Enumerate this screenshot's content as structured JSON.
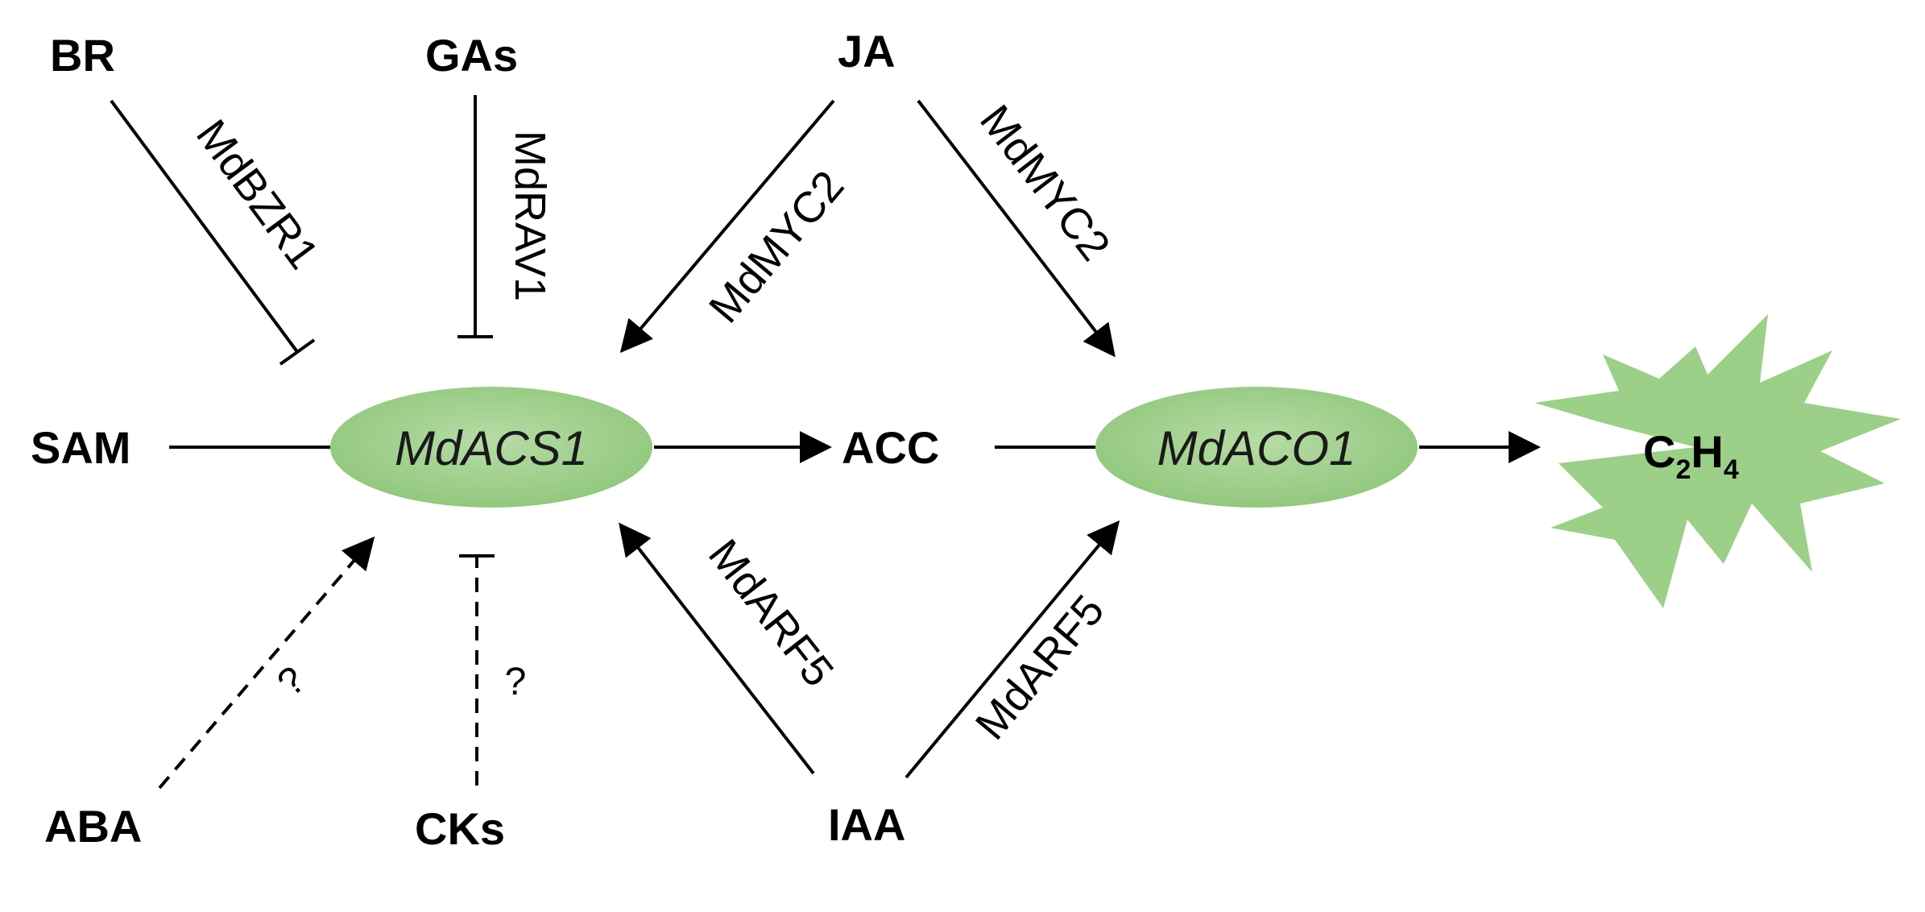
{
  "nodes": {
    "br": "BR",
    "gas": "GAs",
    "ja": "JA",
    "sam": "SAM",
    "acc": "ACC",
    "aba": "ABA",
    "cks": "CKs",
    "iaa": "IAA"
  },
  "enzymes": {
    "acs1": "MdACS1",
    "aco1": "MdACO1"
  },
  "product": {
    "main": "C",
    "sub1": "2",
    "mid": "H",
    "sub2": "4"
  },
  "edge_labels": {
    "br_acs": "MdBZR1",
    "gas_acs": "MdRAV1",
    "ja_acs": "MdMYC2",
    "ja_aco": "MdMYC2",
    "iaa_acs": "MdARF5",
    "iaa_aco": "MdARF5",
    "aba_acs": "?",
    "cks_acs": "?"
  },
  "colors": {
    "ellipse_fill": "#9fcf8c",
    "burst_fill": "#9ccf88"
  }
}
